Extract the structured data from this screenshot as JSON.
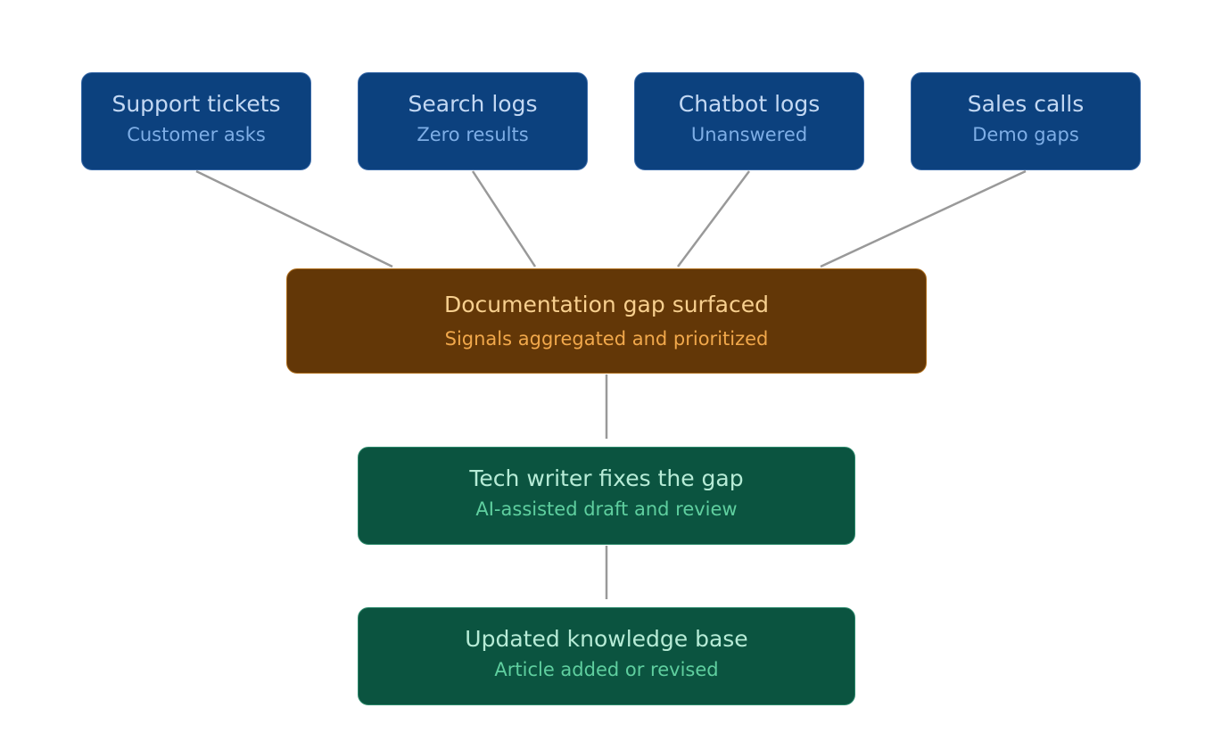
{
  "sources": [
    {
      "title": "Support tickets",
      "subtitle": "Customer asks"
    },
    {
      "title": "Search logs",
      "subtitle": "Zero results"
    },
    {
      "title": "Chatbot logs",
      "subtitle": "Unanswered"
    },
    {
      "title": "Sales calls",
      "subtitle": "Demo gaps"
    }
  ],
  "gap": {
    "title": "Documentation gap surfaced",
    "subtitle": "Signals aggregated and prioritized"
  },
  "fix": {
    "title": "Tech writer fixes the gap",
    "subtitle": "AI-assisted draft and review"
  },
  "result": {
    "title": "Updated knowledge base",
    "subtitle": "Article added or revised"
  },
  "colors": {
    "source_fill": "#0c417e",
    "gap_fill": "#633707",
    "step_fill": "#0b5440",
    "connector": "#999999"
  }
}
